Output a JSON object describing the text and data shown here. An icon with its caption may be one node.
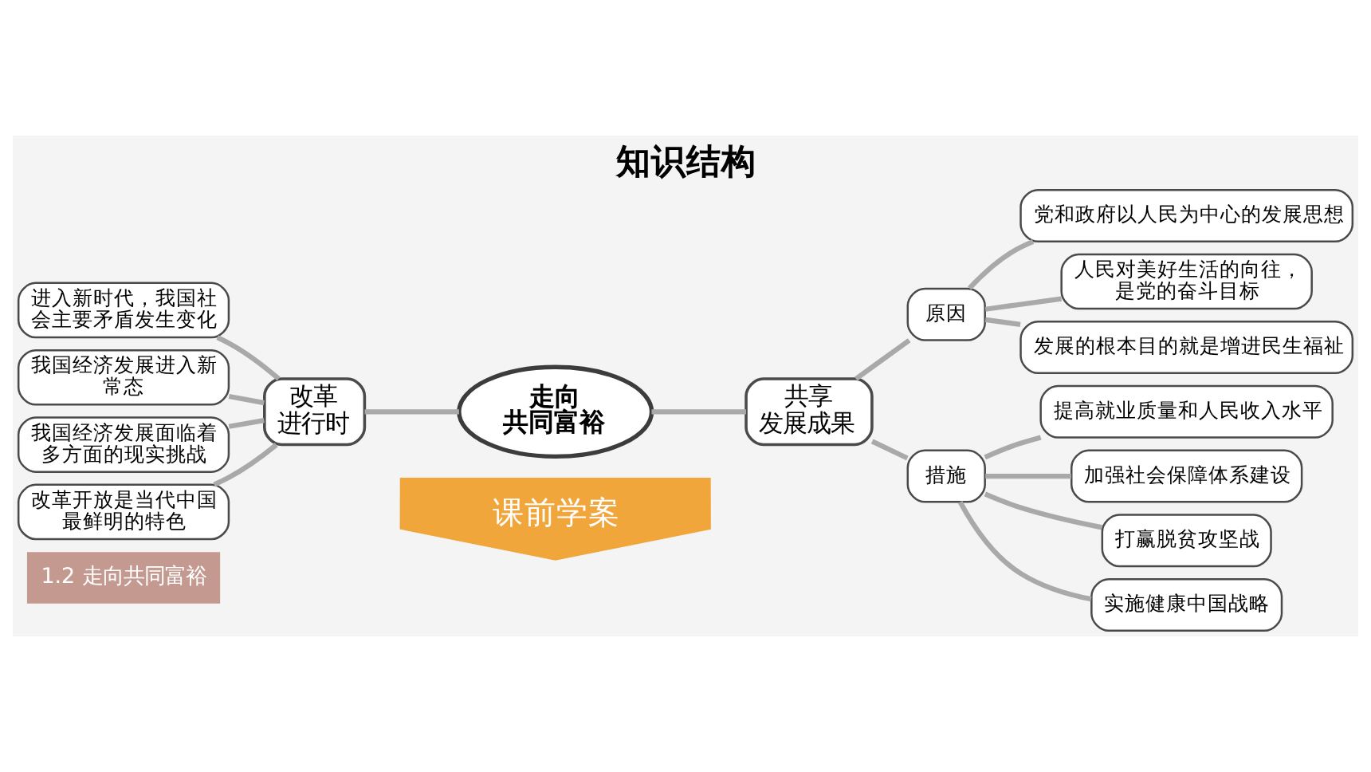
{
  "diagram": {
    "title": "知识结构",
    "nodes": [
      {
        "text": [
          "课前学案"
        ]
      },
      {
        "text": [
          "走向共同富裕"
        ]
      },
      {
        "text": [
          "进入新时代，我国社会主要矛盾发生变化"
        ]
      },
      {
        "text": [
          "我国经济发展进入新常态"
        ]
      },
      {
        "text": [
          "我国经济发展面临着多方面的现实挑战"
        ]
      },
      {
        "text": [
          "改革开放是当代中国最鲜明的特色"
        ]
      },
      {
        "text": [
          "改革进行时"
        ]
      },
      {
        "text": [
          "共享发展成果"
        ]
      },
      {
        "text": [
          "原因"
        ]
      },
      {
        "text": [
          "党和政府以人民为中心的发展思想"
        ]
      },
      {
        "text": [
          "人民对美好生活的向往，是党的奋斗目标"
        ]
      },
      {
        "text": [
          "发展的根本目的就是增进民生福祉"
        ]
      },
      {
        "text": [
          "措施"
        ]
      },
      {
        "text": [
          "提高就业质量和人民收入水平"
        ]
      },
      {
        "text": [
          "加强社会保障体系建设"
        ]
      },
      {
        "text": [
          "打赢脱贫攻坚战"
        ]
      },
      {
        "text": [
          "实施健康中国战略"
        ]
      }
    ],
    "edges": [
      {
        "from": 2,
        "to": 6,
        "arrow": "none"
      },
      {
        "from": 3,
        "to": 6,
        "arrow": "none"
      },
      {
        "from": 4,
        "to": 6,
        "arrow": "none"
      },
      {
        "from": 5,
        "to": 6,
        "arrow": "none"
      },
      {
        "from": 6,
        "to": 1,
        "arrow": "none"
      },
      {
        "from": 1,
        "to": 7,
        "arrow": "none"
      },
      {
        "from": 7,
        "to": 8,
        "arrow": "none"
      },
      {
        "from": 7,
        "to": 12,
        "arrow": "none"
      },
      {
        "from": 8,
        "to": 9,
        "arrow": "none"
      },
      {
        "from": 8,
        "to": 10,
        "arrow": "none"
      },
      {
        "from": 8,
        "to": 11,
        "arrow": "none"
      },
      {
        "from": 12,
        "to": 13,
        "arrow": "none"
      },
      {
        "from": 12,
        "to": 14,
        "arrow": "none"
      },
      {
        "from": 12,
        "to": 15,
        "arrow": "none"
      },
      {
        "from": 12,
        "to": 16,
        "arrow": "none"
      }
    ],
    "labels": [
      "1.2 走向共同富裕"
    ]
  }
}
